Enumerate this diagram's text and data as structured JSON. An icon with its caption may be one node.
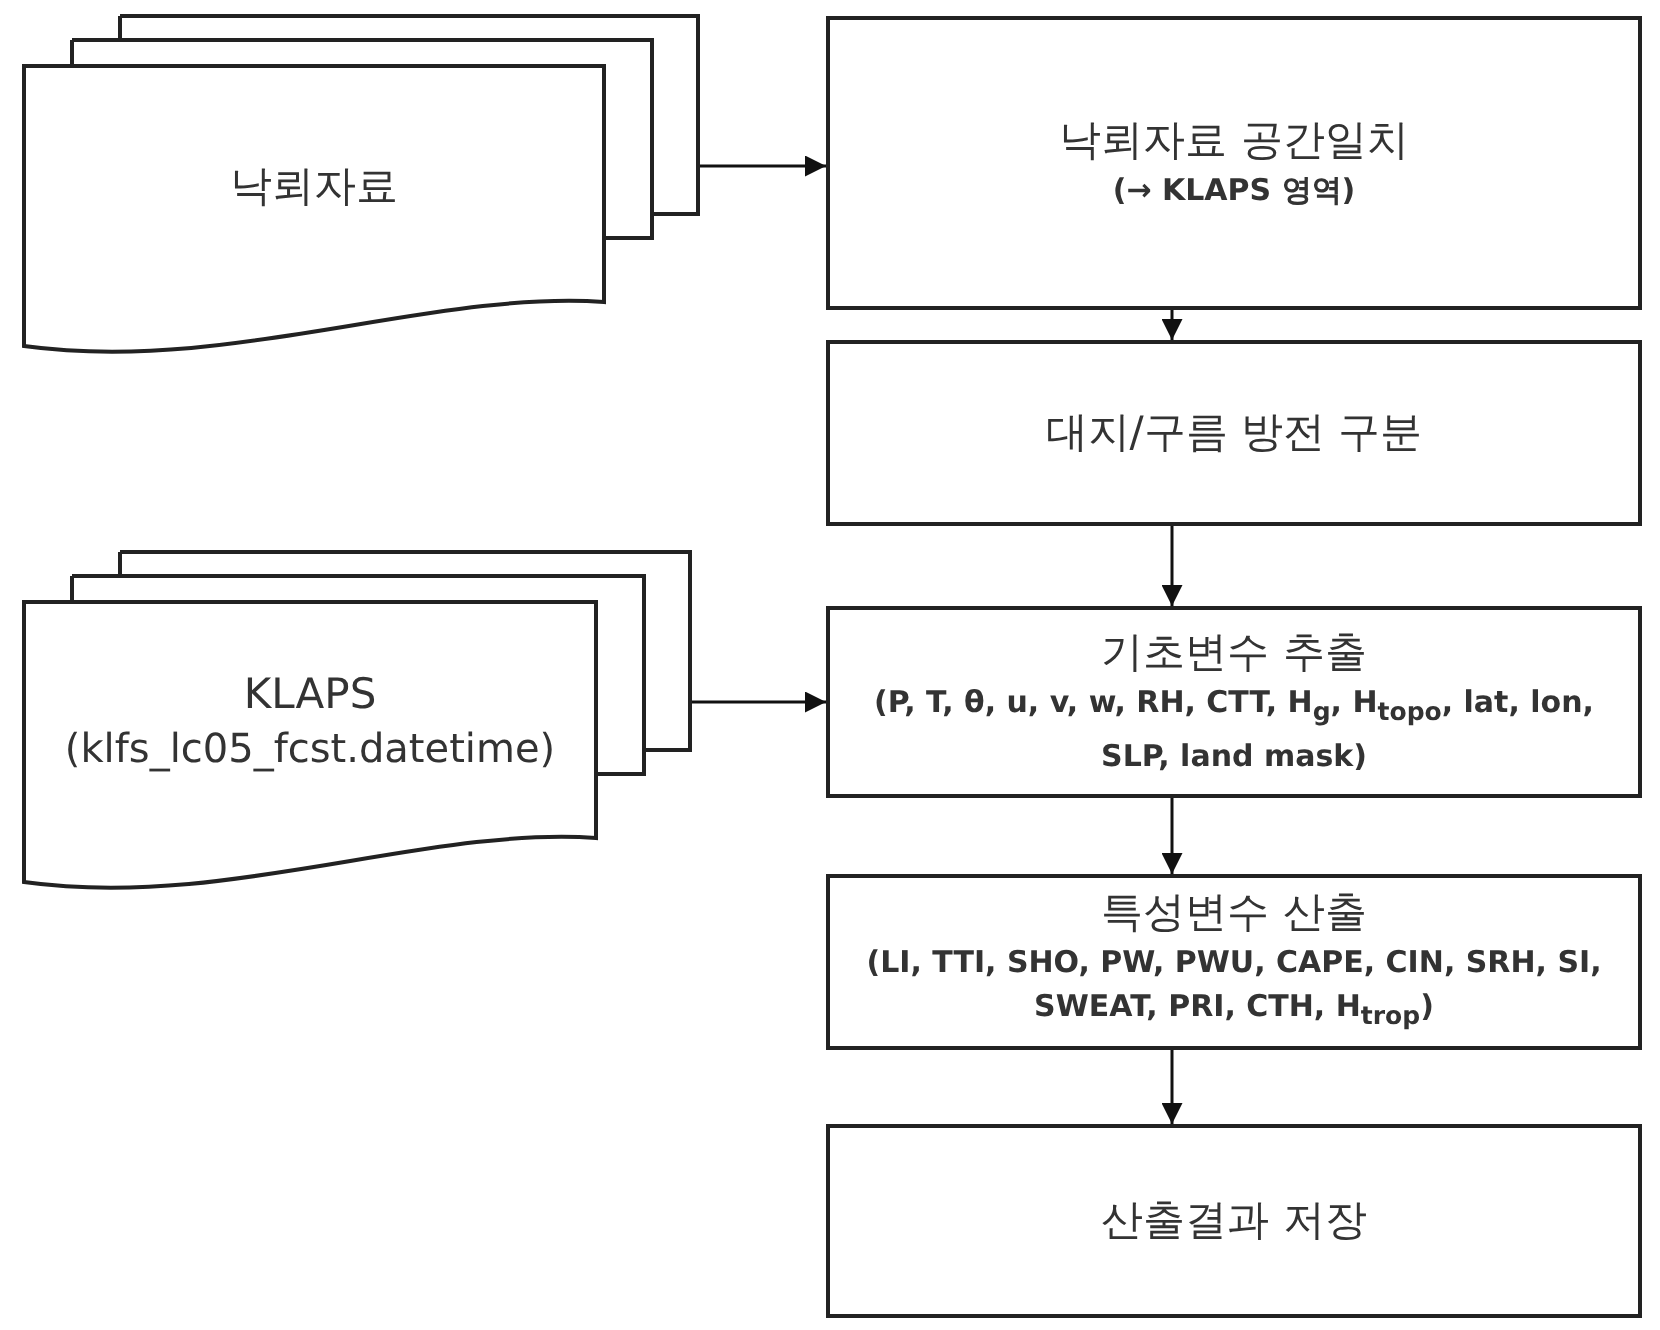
{
  "diagram": {
    "nodes": [
      {
        "text": [
          "낙뢰자료"
        ]
      },
      {
        "text": [
          "낙뢰자료 공간일치",
          "(→ KLAPS 영역)"
        ]
      },
      {
        "text": [
          "대지/구름 방전 구분"
        ]
      },
      {
        "text": [
          "KLAPS",
          "(klfs_lc05_fcst.datetime)"
        ]
      },
      {
        "text": [
          "기초변수 추출",
          "(P, T, θ, u, v, w, RH, CTT, H$_{g}$, H$_{topo}$, lat, lon, SLP, land mask)"
        ]
      },
      {
        "text": [
          "특성변수 산출",
          "(LI, TTI, SHO, PW, PWU, CAPE, CIN, SRH, SI, SWEAT, PRI, CTH, H$_{trop}$)"
        ]
      },
      {
        "text": [
          "산출결과 저장"
        ]
      }
    ],
    "edges": [
      {
        "from": 0,
        "to": 1,
        "arrow": "to"
      },
      {
        "from": 1,
        "to": 2,
        "arrow": "to"
      },
      {
        "from": 2,
        "to": 4,
        "arrow": "to"
      },
      {
        "from": 3,
        "to": 4,
        "arrow": "to"
      },
      {
        "from": 4,
        "to": 5,
        "arrow": "to"
      },
      {
        "from": 5,
        "to": 6,
        "arrow": "to"
      }
    ]
  }
}
